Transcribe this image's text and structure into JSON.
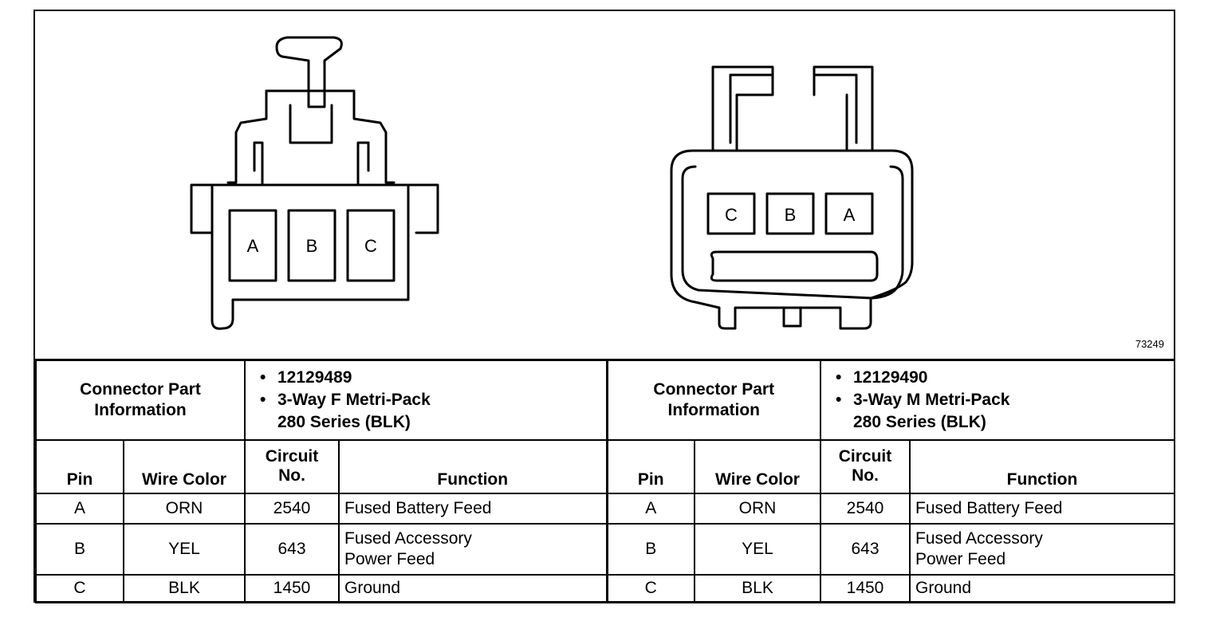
{
  "diagram": {
    "id_label": "73249",
    "female_pins": [
      "A",
      "B",
      "C"
    ],
    "male_pins": [
      "C",
      "B",
      "A"
    ]
  },
  "left": {
    "part_info_label": [
      "Connector Part",
      "Information"
    ],
    "part_number": "12129489",
    "description": [
      "3-Way F Metri-Pack",
      "280 Series (BLK)"
    ],
    "headers": {
      "pin": "Pin",
      "wire": "Wire Color",
      "circuit": [
        "Circuit",
        "No."
      ],
      "function": "Function"
    },
    "rows": [
      {
        "pin": "A",
        "wire": "ORN",
        "circuit": "2540",
        "function": [
          "Fused Battery Feed"
        ]
      },
      {
        "pin": "B",
        "wire": "YEL",
        "circuit": "643",
        "function": [
          "Fused Accessory",
          "Power Feed"
        ]
      },
      {
        "pin": "C",
        "wire": "BLK",
        "circuit": "1450",
        "function": [
          "Ground"
        ]
      }
    ]
  },
  "right": {
    "part_info_label": [
      "Connector Part",
      "Information"
    ],
    "part_number": "12129490",
    "description": [
      "3-Way M Metri-Pack",
      "280 Series (BLK)"
    ],
    "headers": {
      "pin": "Pin",
      "wire": "Wire Color",
      "circuit": [
        "Circuit",
        "No."
      ],
      "function": "Function"
    },
    "rows": [
      {
        "pin": "A",
        "wire": "ORN",
        "circuit": "2540",
        "function": [
          "Fused Battery Feed"
        ]
      },
      {
        "pin": "B",
        "wire": "YEL",
        "circuit": "643",
        "function": [
          "Fused Accessory",
          "Power Feed"
        ]
      },
      {
        "pin": "C",
        "wire": "BLK",
        "circuit": "1450",
        "function": [
          "Ground"
        ]
      }
    ]
  }
}
